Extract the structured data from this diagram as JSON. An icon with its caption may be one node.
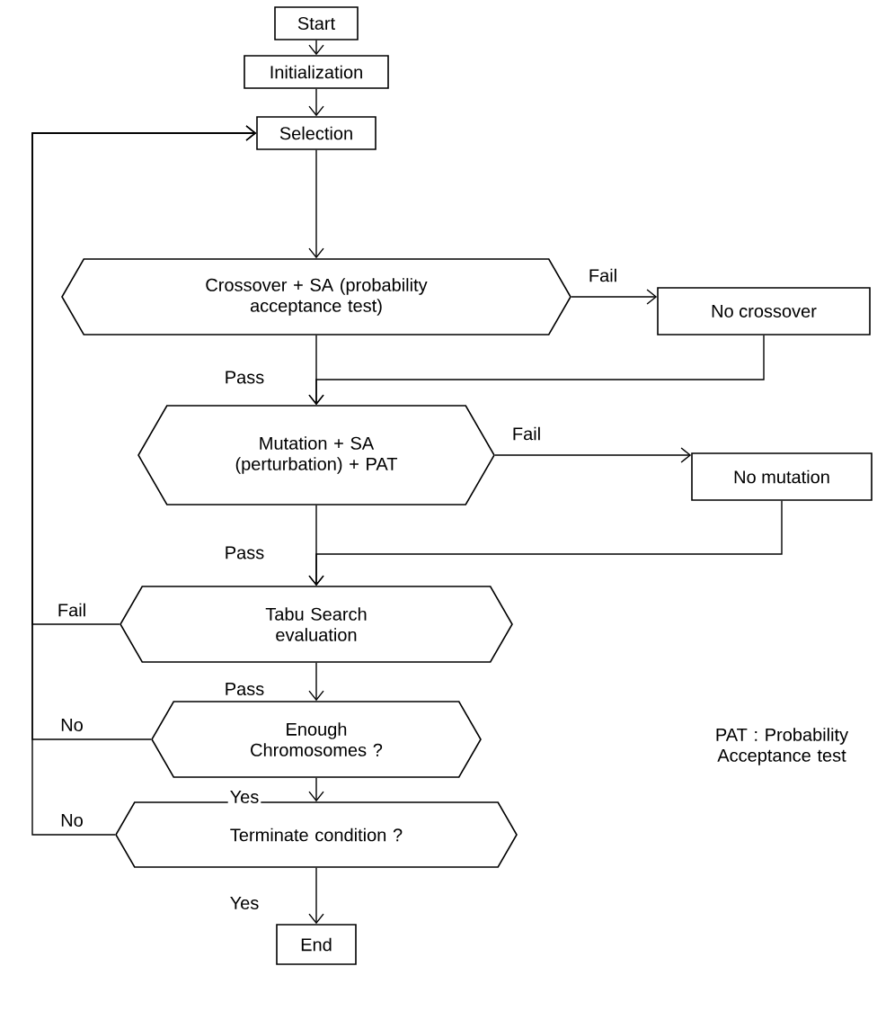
{
  "diagram": {
    "nodes": [
      {
        "text": [
          "Start"
        ]
      },
      {
        "text": [
          "Initialization"
        ]
      },
      {
        "text": [
          "Selection"
        ]
      },
      {
        "text": [
          "Crossover + SA (probability acceptance test)"
        ]
      },
      {
        "text": [
          "No crossover"
        ]
      },
      {
        "text": [
          "Mutation + SA (perturbation) + PAT"
        ]
      },
      {
        "text": [
          "No mutation"
        ]
      },
      {
        "text": [
          "Tabu Search evaluation"
        ]
      },
      {
        "text": [
          "Enough Chromosomes ?"
        ]
      },
      {
        "text": [
          "Terminate condition ?"
        ]
      },
      {
        "text": [
          "End"
        ]
      }
    ],
    "edges": [
      {
        "from": 0,
        "to": 1,
        "arrow": "to"
      },
      {
        "from": 1,
        "to": 2,
        "arrow": "to"
      },
      {
        "from": 2,
        "to": 3,
        "arrow": "to"
      },
      {
        "from": 3,
        "to": 4,
        "arrow": "to",
        "label": "Fail"
      },
      {
        "from": 3,
        "to": 5,
        "arrow": "to",
        "label": "Pass"
      },
      {
        "from": 4,
        "to": 5,
        "arrow": "to"
      },
      {
        "from": 5,
        "to": 6,
        "arrow": "to",
        "label": "Fail"
      },
      {
        "from": 5,
        "to": 7,
        "arrow": "to",
        "label": "Pass"
      },
      {
        "from": 6,
        "to": 7,
        "arrow": "to"
      },
      {
        "from": 7,
        "to": 2,
        "arrow": "to",
        "label": "Fail"
      },
      {
        "from": 7,
        "to": 8,
        "arrow": "to",
        "label": "Pass"
      },
      {
        "from": 8,
        "to": 2,
        "arrow": "to",
        "label": "No"
      },
      {
        "from": 8,
        "to": 9,
        "arrow": "to",
        "label": "Yes"
      },
      {
        "from": 9,
        "to": 2,
        "arrow": "to",
        "label": "No"
      },
      {
        "from": 9,
        "to": 10,
        "arrow": "to",
        "label": "Yes"
      }
    ],
    "labels": [
      "PAT : Probability Acceptance test"
    ]
  }
}
